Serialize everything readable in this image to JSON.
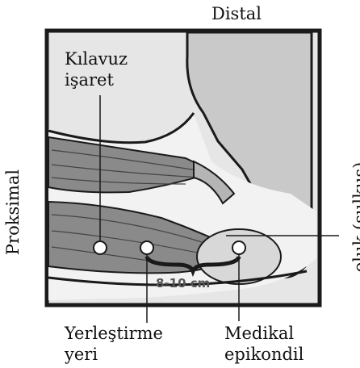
{
  "labels": {
    "distal": "Distal",
    "proksimal": "Proksimal",
    "oluk": "oluk (sulkus)",
    "kilavuz_line1": "Kılavuz",
    "kilavuz_line2": "işaret",
    "measure": "8-10 cm",
    "yerlestirme_line1": "Yerleştirme",
    "yerlestirme_line2": "yeri",
    "medikal_line1": "Medikal",
    "medikal_line2": "epikondil"
  },
  "colors": {
    "frame": "#1a1a1a",
    "panel": "#e6e6e6",
    "bone": "#c9c9c9",
    "muscle_dark": "#8a8a8a",
    "muscle_light": "#b5b5b5",
    "skin": "#f2f2f2"
  }
}
